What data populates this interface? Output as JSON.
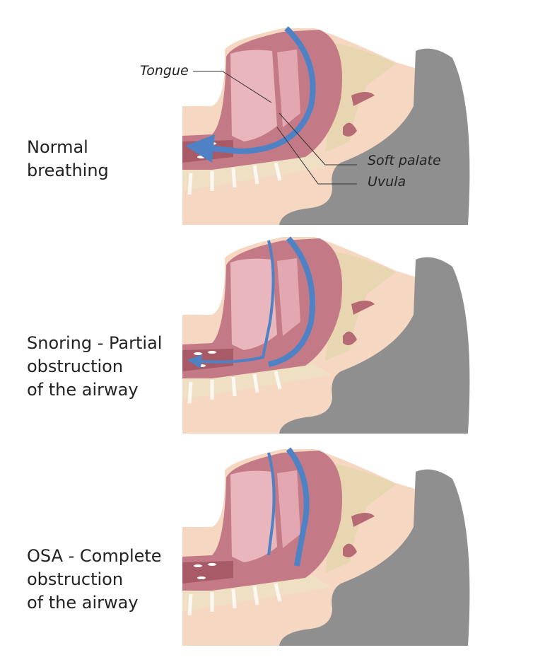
{
  "panels": [
    {
      "caption": [
        "Normal",
        "breathing"
      ]
    },
    {
      "caption": [
        "Snoring - Partial",
        "obstruction",
        "of the airway"
      ]
    },
    {
      "caption": [
        "OSA - Complete",
        "obstruction",
        "of the airway"
      ]
    }
  ],
  "annotations": {
    "tongue": "Tongue",
    "soft_palate": "Soft palate",
    "uvula": "Uvula"
  },
  "colors": {
    "skin": "#f6d7c2",
    "pillow": "#8f8f8f",
    "tissue": "#c47a86",
    "tongue": "#e9b6bd",
    "bone": "#e8d6b0",
    "airflow": "#4f82c4"
  }
}
